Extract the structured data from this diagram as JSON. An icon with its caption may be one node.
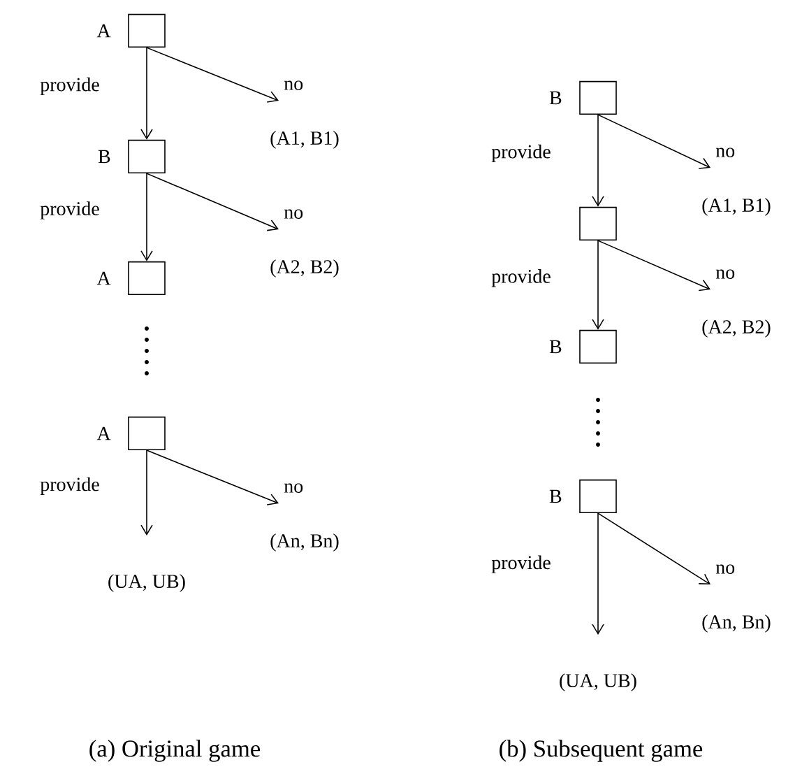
{
  "diagram": {
    "nodes": [
      {
        "text": [],
        "shape": "box",
        "beside": [
          "A"
        ]
      },
      {
        "text": [
          "(A1, B1)"
        ]
      },
      {
        "text": [],
        "shape": "box",
        "beside": [
          "B"
        ]
      },
      {
        "text": [
          "(A2, B2)"
        ]
      },
      {
        "text": [],
        "shape": "box",
        "beside": [
          "A"
        ]
      },
      {
        "text": [],
        "shape": "box",
        "beside": [
          "A"
        ]
      },
      {
        "text": [
          "(An, Bn)"
        ]
      },
      {
        "text": [
          "(UA, UB)"
        ]
      },
      {
        "text": [],
        "shape": "box",
        "beside": [
          "B"
        ]
      },
      {
        "text": [
          "(A1, B1)"
        ]
      },
      {
        "text": [],
        "shape": "box"
      },
      {
        "text": [
          "(A2, B2)"
        ]
      },
      {
        "text": [],
        "shape": "box",
        "beside": [
          "B"
        ]
      },
      {
        "text": [],
        "shape": "box",
        "beside": [
          "B"
        ]
      },
      {
        "text": [
          "(An, Bn)"
        ]
      },
      {
        "text": [
          "(UA, UB)"
        ]
      }
    ],
    "edges": [
      {
        "from": 0,
        "to": 2,
        "arrow": "to",
        "label": "provide"
      },
      {
        "from": 0,
        "to": 1,
        "arrow": "to",
        "label": "no"
      },
      {
        "from": 2,
        "to": 4,
        "arrow": "to",
        "label": "provide"
      },
      {
        "from": 2,
        "to": 3,
        "arrow": "to",
        "label": "no"
      },
      {
        "from": 5,
        "to": 7,
        "arrow": "to",
        "label": "provide"
      },
      {
        "from": 5,
        "to": 6,
        "arrow": "to",
        "label": "no"
      },
      {
        "from": 8,
        "to": 10,
        "arrow": "to",
        "label": "provide"
      },
      {
        "from": 8,
        "to": 9,
        "arrow": "to",
        "label": "no"
      },
      {
        "from": 10,
        "to": 12,
        "arrow": "to",
        "label": "provide"
      },
      {
        "from": 10,
        "to": 11,
        "arrow": "to",
        "label": "no"
      },
      {
        "from": 13,
        "to": 15,
        "arrow": "to",
        "label": "provide"
      },
      {
        "from": 13,
        "to": 14,
        "arrow": "to",
        "label": "no"
      }
    ],
    "labels": [
      "(a) Original game",
      "(b) Subsequent game"
    ]
  }
}
